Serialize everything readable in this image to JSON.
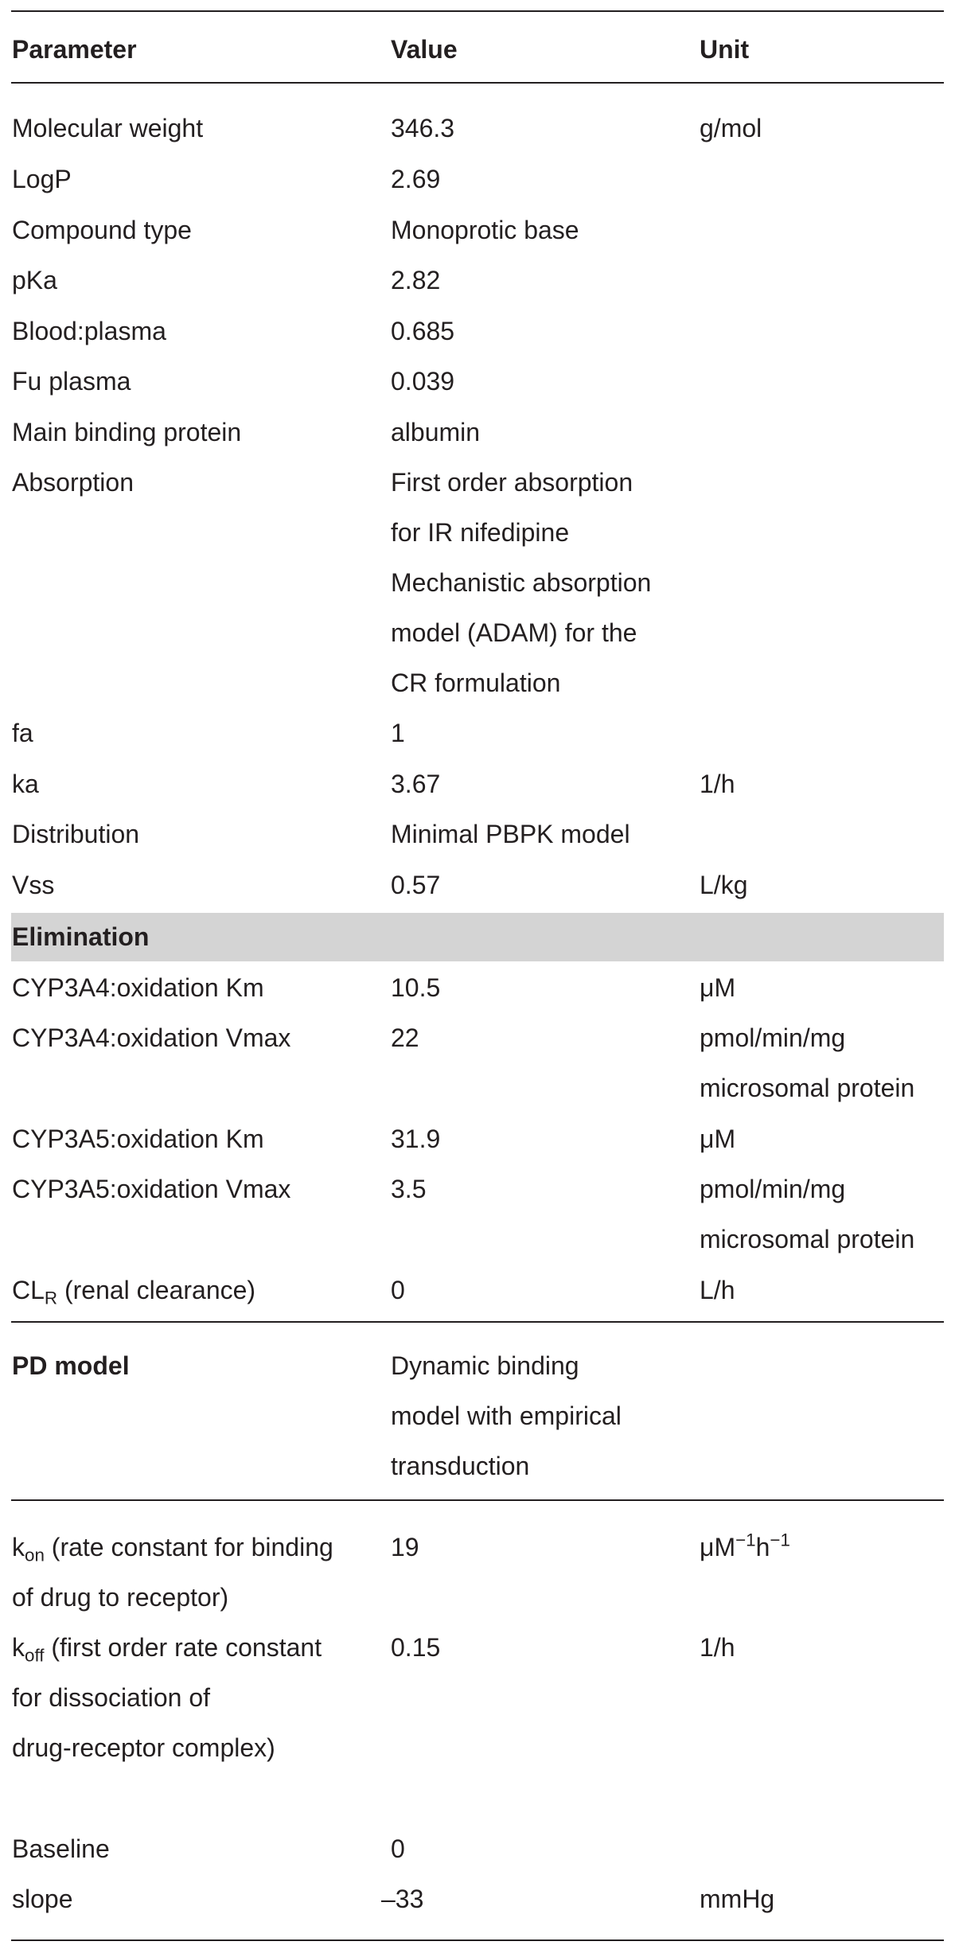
{
  "header": {
    "parameter": "Parameter",
    "value": "Value",
    "unit": "Unit"
  },
  "rows": {
    "mw": {
      "param": "Molecular weight",
      "value": "346.3",
      "unit": "g/mol"
    },
    "logp": {
      "param": "LogP",
      "value": "2.69"
    },
    "ctype": {
      "param": "Compound type",
      "value": "Monoprotic base"
    },
    "pka": {
      "param": "pKa",
      "value": "2.82"
    },
    "bp": {
      "param": "Blood:plasma",
      "value": "0.685"
    },
    "fu": {
      "param": "Fu plasma",
      "value": "0.039"
    },
    "mbp": {
      "param": "Main binding protein",
      "value": "albumin"
    },
    "abs": {
      "param": "Absorption",
      "value_lines": [
        "First order absorption",
        "for IR nifedipine",
        "Mechanistic absorption",
        "model (ADAM) for the",
        "CR formulation"
      ]
    },
    "fa": {
      "param": "fa",
      "value": "1"
    },
    "ka": {
      "param": "ka",
      "value": "3.67",
      "unit": "1/h"
    },
    "dist": {
      "param": "Distribution",
      "value": "Minimal PBPK model"
    },
    "vss": {
      "param": "Vss",
      "value": "0.57",
      "unit": "L/kg"
    },
    "elim": {
      "param": "Elimination"
    },
    "k34km": {
      "param": "CYP3A4:oxidation Km",
      "value": "10.5",
      "unit": "μM"
    },
    "k34vmax": {
      "param": "CYP3A4:oxidation Vmax",
      "value": "22",
      "unit_lines": [
        "pmol/min/mg",
        "microsomal protein"
      ]
    },
    "k35km": {
      "param": "CYP3A5:oxidation Km",
      "value": "31.9",
      "unit": "μM"
    },
    "k35vmax": {
      "param": "CYP3A5:oxidation Vmax",
      "value": "3.5",
      "unit_lines": [
        "pmol/min/mg",
        "microsomal protein"
      ]
    },
    "clr": {
      "param_main": "CL",
      "param_sub": "R",
      "param_rest": " (renal clearance)",
      "value": "0",
      "unit": "L/h"
    },
    "pd": {
      "param": "PD model",
      "value_lines": [
        "Dynamic binding",
        "model with empirical",
        "transduction"
      ]
    },
    "kon": {
      "param_main": "k",
      "param_sub": "on",
      "param_rest": " (rate constant for binding",
      "param_line2": "of drug to receptor)",
      "value": "19",
      "unit_main": "μM",
      "unit_sup1": "−1",
      "unit_mid": "h",
      "unit_sup2": "−1"
    },
    "koff": {
      "param_main": "k",
      "param_sub": "off",
      "param_rest": " (first order rate constant",
      "param_line2": "for dissociation of",
      "param_line3": "drug-receptor complex)",
      "value": "0.15",
      "unit": "1/h"
    },
    "baseline": {
      "param": "Baseline",
      "value": "0"
    },
    "slope": {
      "param": "slope",
      "value": "–33",
      "unit": "mmHg"
    }
  }
}
